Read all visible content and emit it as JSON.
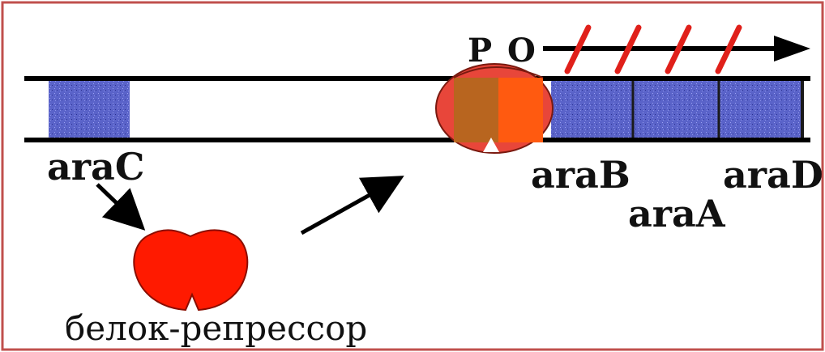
{
  "diagram": {
    "labels": {
      "promoter": "P",
      "operator": "O",
      "araC": "araC",
      "araB": "araB",
      "araA": "araA",
      "araD": "araD",
      "repressor_caption": "белок-репрессор"
    },
    "colors": {
      "frame": "#c0504d",
      "dna_line": "#000000",
      "gene_fill": "#5a63c9",
      "repressor": "#ff1a00",
      "bound_repressor": "#e8463a",
      "bound_left_half": "#b8651f",
      "bound_right_half": "#ff5a10",
      "block_marks": "#e0201a",
      "arrow": "#000000"
    }
  }
}
